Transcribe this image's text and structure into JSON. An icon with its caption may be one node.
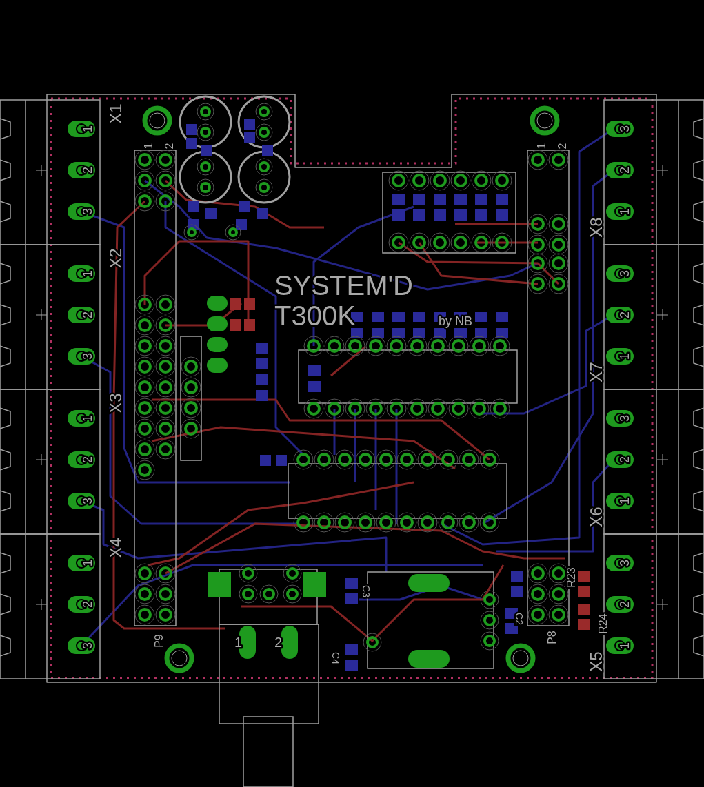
{
  "diagram": {
    "labels": [
      "X1",
      "1",
      "2",
      "3",
      "1",
      "2",
      "1",
      "2",
      "X8",
      "3",
      "2",
      "1",
      "X2",
      "1",
      "2",
      "3",
      "SYSTEM'D",
      "T300K",
      "by NB",
      "X7",
      "3",
      "2",
      "1",
      "X3",
      "1",
      "2",
      "3",
      "X6",
      "3",
      "2",
      "1",
      "X4",
      "1",
      "2",
      "3",
      "C3",
      "R23",
      "C2",
      "R24",
      "P9",
      "1",
      "2",
      "P8",
      "C4",
      "X5",
      "3",
      "2",
      "1"
    ]
  }
}
